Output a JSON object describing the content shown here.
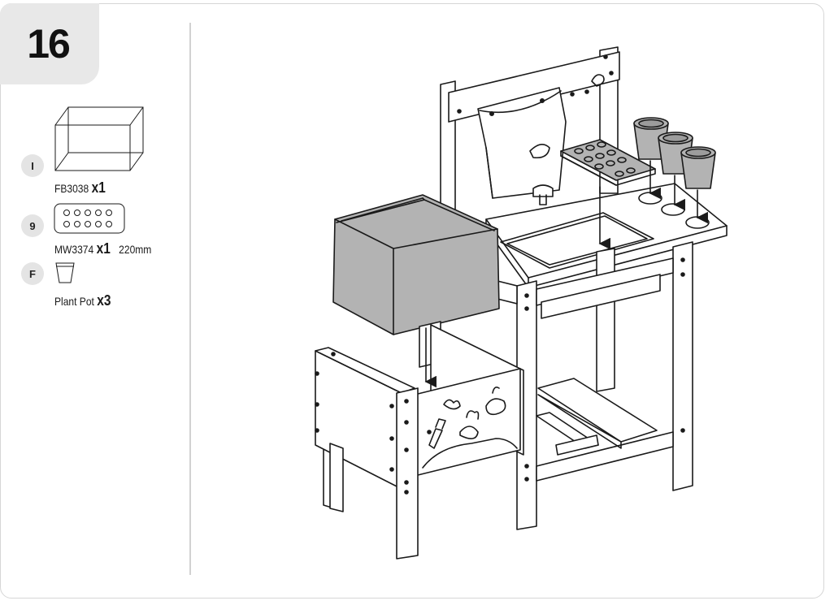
{
  "step": {
    "number": "16"
  },
  "parts": [
    {
      "badge": "I",
      "code": "FB3038",
      "qty": "x1",
      "dimension": "",
      "icon": "storage-box-icon"
    },
    {
      "badge": "9",
      "code": "MW3374",
      "qty": "x1",
      "dimension": "220mm",
      "icon": "pot-holder-board-icon"
    },
    {
      "badge": "F",
      "code": "Plant Pot",
      "qty": "x3",
      "dimension": "",
      "icon": "plant-pot-icon"
    }
  ],
  "colors": {
    "line": "#1a1a1a",
    "grey_part": "#b3b3b3",
    "tab_bg": "#e8e8e8",
    "badge_bg": "#e4e4e4",
    "frame": "#d6d6d6"
  }
}
